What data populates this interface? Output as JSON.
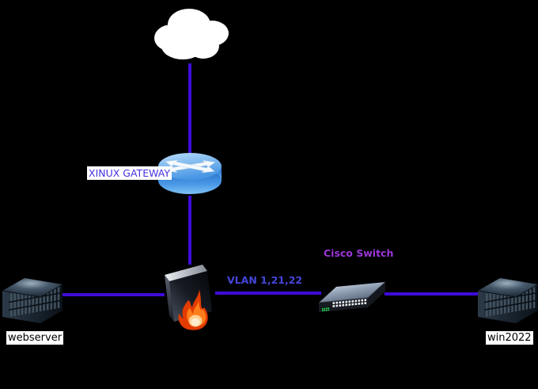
{
  "app": {
    "type": "network-topology-diagram",
    "background": "#000000"
  },
  "nodes": {
    "cloud": {
      "kind": "internet-cloud"
    },
    "gateway": {
      "kind": "router",
      "label": "XINUX GATEWAY",
      "label_color": "#4433e0",
      "label_background": "#ffffff"
    },
    "firewall": {
      "kind": "firewall"
    },
    "switch": {
      "kind": "switch",
      "label": "Cisco Switch",
      "label_color": "#9b36d9"
    },
    "webserver": {
      "kind": "server",
      "label": "webserver",
      "label_color": "#000000",
      "label_background": "#ffffff"
    },
    "win2022": {
      "kind": "server",
      "label": "win2022",
      "label_color": "#000000",
      "label_background": "#ffffff"
    }
  },
  "links": {
    "color": "#3e0cd8",
    "vlan_label": {
      "text": "VLAN 1,21,22",
      "color": "#4545da"
    },
    "connections": [
      {
        "from": "cloud",
        "to": "gateway"
      },
      {
        "from": "gateway",
        "to": "firewall"
      },
      {
        "from": "webserver",
        "to": "firewall"
      },
      {
        "from": "firewall",
        "to": "switch"
      },
      {
        "from": "switch",
        "to": "win2022"
      }
    ]
  }
}
